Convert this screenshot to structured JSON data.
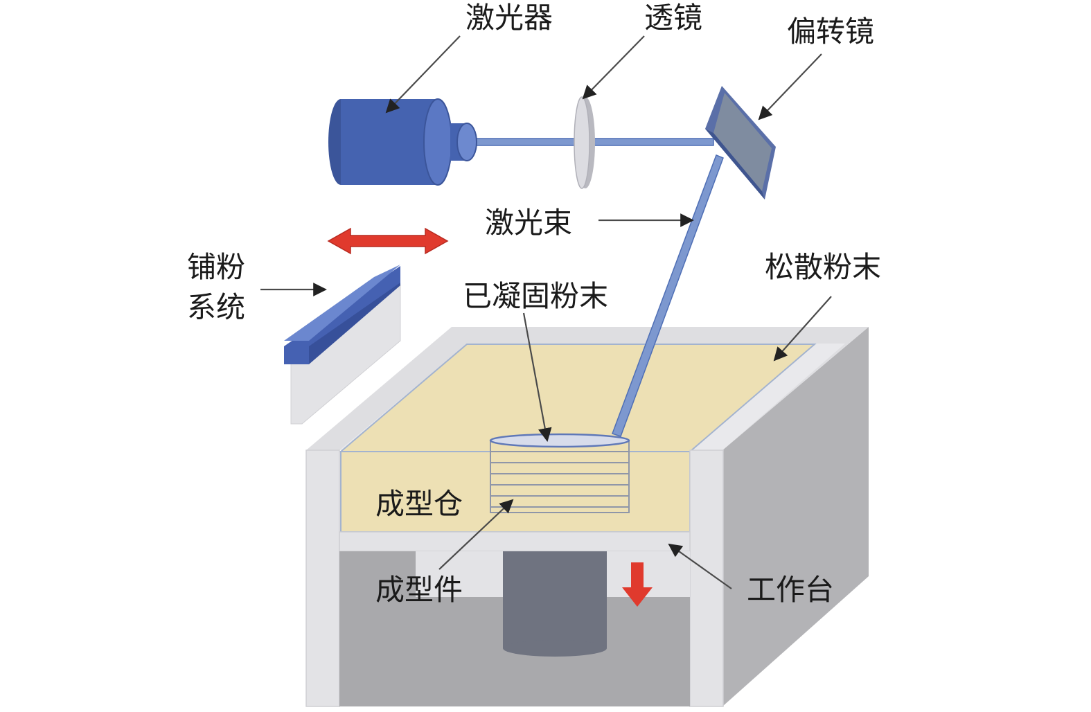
{
  "labels": {
    "laser": "激光器",
    "lens": "透镜",
    "deflector": "偏转镜",
    "beam": "激光束",
    "spreader_line1": "铺粉",
    "spreader_line2": "系统",
    "loose_powder": "松散粉末",
    "solidified_powder": "已凝固粉末",
    "build_chamber": "成型仓",
    "part": "成型件",
    "platform": "工作台"
  },
  "colors": {
    "laser_body": "#4563b0",
    "laser_shade": "#3b559a",
    "laser_beam": "#7d98cf",
    "lens": "#cfcfd4",
    "mirror": "#7f8ca0",
    "mirror_frame": "#5a6fa8",
    "recoater": "#4561b2",
    "recoater_top": "#6b87cf",
    "powder": "#ede0b4",
    "powder_edge": "#a3b3cf",
    "frame_front": "#e3e3e6",
    "frame_side": "#b3b3b6",
    "frame_dark": "#a9a9ac",
    "piston": "#6f7380",
    "arrow_red": "#e03a2d"
  }
}
